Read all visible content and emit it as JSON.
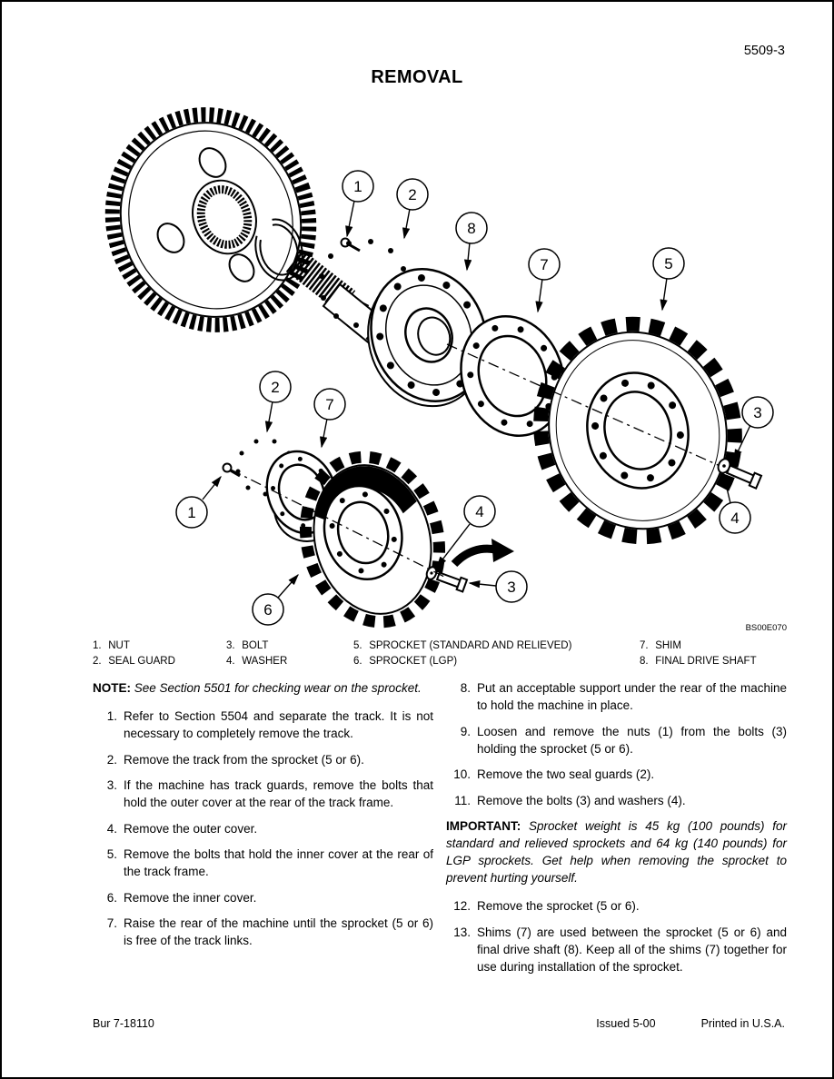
{
  "page": {
    "number": "5509-3",
    "title": "REMOVAL",
    "figure_code": "BS00E070"
  },
  "figure": {
    "callouts": [
      {
        "label": "1"
      },
      {
        "label": "2"
      },
      {
        "label": "8"
      },
      {
        "label": "7"
      },
      {
        "label": "5"
      },
      {
        "label": "3"
      },
      {
        "label": "4"
      },
      {
        "label": "2"
      },
      {
        "label": "7"
      },
      {
        "label": "1"
      },
      {
        "label": "4"
      },
      {
        "label": "3"
      },
      {
        "label": "6"
      }
    ]
  },
  "legend": {
    "items": [
      {
        "num": "1.",
        "label": "NUT"
      },
      {
        "num": "2.",
        "label": "SEAL GUARD"
      },
      {
        "num": "3.",
        "label": "BOLT"
      },
      {
        "num": "4.",
        "label": "WASHER"
      },
      {
        "num": "5.",
        "label": "SPROCKET (STANDARD AND RELIEVED)"
      },
      {
        "num": "6.",
        "label": "SPROCKET (LGP)"
      },
      {
        "num": "7.",
        "label": "SHIM"
      },
      {
        "num": "8.",
        "label": "FINAL DRIVE SHAFT"
      }
    ]
  },
  "instructions": {
    "note": {
      "label": "NOTE:",
      "text": "See Section 5501 for checking wear on the sprocket."
    },
    "important": {
      "label": "IMPORTANT:",
      "text": "Sprocket weight is 45 kg (100 pounds) for standard and relieved sprockets and 64 kg (140 pounds) for LGP sprockets. Get help when removing the sprocket to prevent hurting yourself."
    },
    "steps_left": [
      {
        "num": "1.",
        "text": "Refer to Section 5504 and separate the track. It is not necessary to completely remove the track."
      },
      {
        "num": "2.",
        "text": "Remove the track from the sprocket (5 or 6)."
      },
      {
        "num": "3.",
        "text": "If the machine has track guards, remove the bolts that hold the outer cover at the rear of the track frame."
      },
      {
        "num": "4.",
        "text": "Remove the outer cover."
      },
      {
        "num": "5.",
        "text": "Remove the bolts that hold the inner cover at the rear of the track frame."
      },
      {
        "num": "6.",
        "text": "Remove the inner cover."
      },
      {
        "num": "7.",
        "text": "Raise the rear of the machine until the sprocket (5 or 6) is free of the track links."
      }
    ],
    "steps_right_a": [
      {
        "num": "8.",
        "text": "Put an acceptable support under the rear of the machine to hold the machine in place."
      },
      {
        "num": "9.",
        "text": "Loosen and remove the nuts (1) from the bolts (3) holding the sprocket (5 or 6)."
      },
      {
        "num": "10.",
        "text": "Remove the two seal guards (2)."
      },
      {
        "num": "11.",
        "text": "Remove the bolts (3) and washers (4)."
      }
    ],
    "steps_right_b": [
      {
        "num": "12.",
        "text": "Remove the sprocket (5 or 6)."
      },
      {
        "num": "13.",
        "text": "Shims (7) are used between the sprocket (5 or 6) and final drive shaft (8). Keep all of the shims (7) together for use during installation of the sprocket."
      }
    ]
  },
  "footer": {
    "left": "Bur 7-18110",
    "issued": "Issued 5-00",
    "printed": "Printed in U.S.A."
  }
}
